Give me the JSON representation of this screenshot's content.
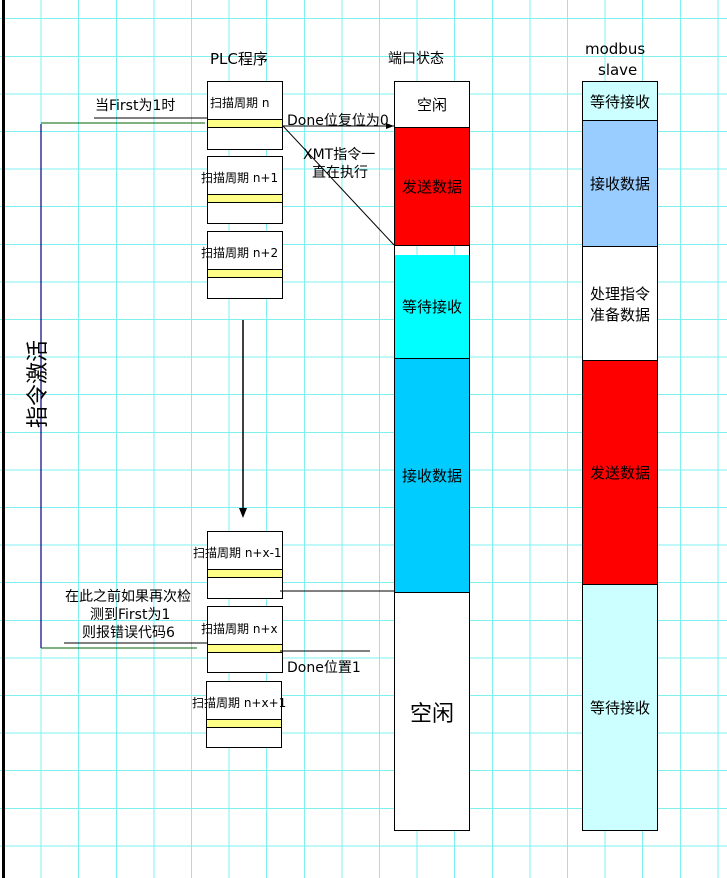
{
  "titles": {
    "plc": "PLC程序",
    "port": "端口状态",
    "modbus": "modbus",
    "modbus2": "slave"
  },
  "scans": [
    "扫描周期 n",
    "扫描周期 n+1",
    "扫描周期 n+2",
    "扫描周期 n+x-1",
    "扫描周期 n+x",
    "扫描周期 n+x+1"
  ],
  "port": [
    "空闲",
    "发送数据",
    "等待接收",
    "接收数据",
    "空闲"
  ],
  "slave": [
    "等待接收",
    "接收数据",
    "处理指令",
    "准备数据",
    "发送数据",
    "等待接收"
  ],
  "notes": {
    "first": "当First为1时",
    "done0": "Done位复位为0",
    "xmt1": "XMT指令一",
    "xmt2": "直在执行",
    "err1": "在此之前如果再次检",
    "err2": "测到First为1",
    "err3": "则报错误代码6",
    "done1": "Done位置1",
    "active": "指令激活"
  },
  "colors": {
    "red": "#ff0000",
    "cyan": "#00ffff",
    "blue": "#00ccff",
    "lightcyan": "#ccffff",
    "lightblue": "#99ccff",
    "yellow": "#ffff88"
  }
}
